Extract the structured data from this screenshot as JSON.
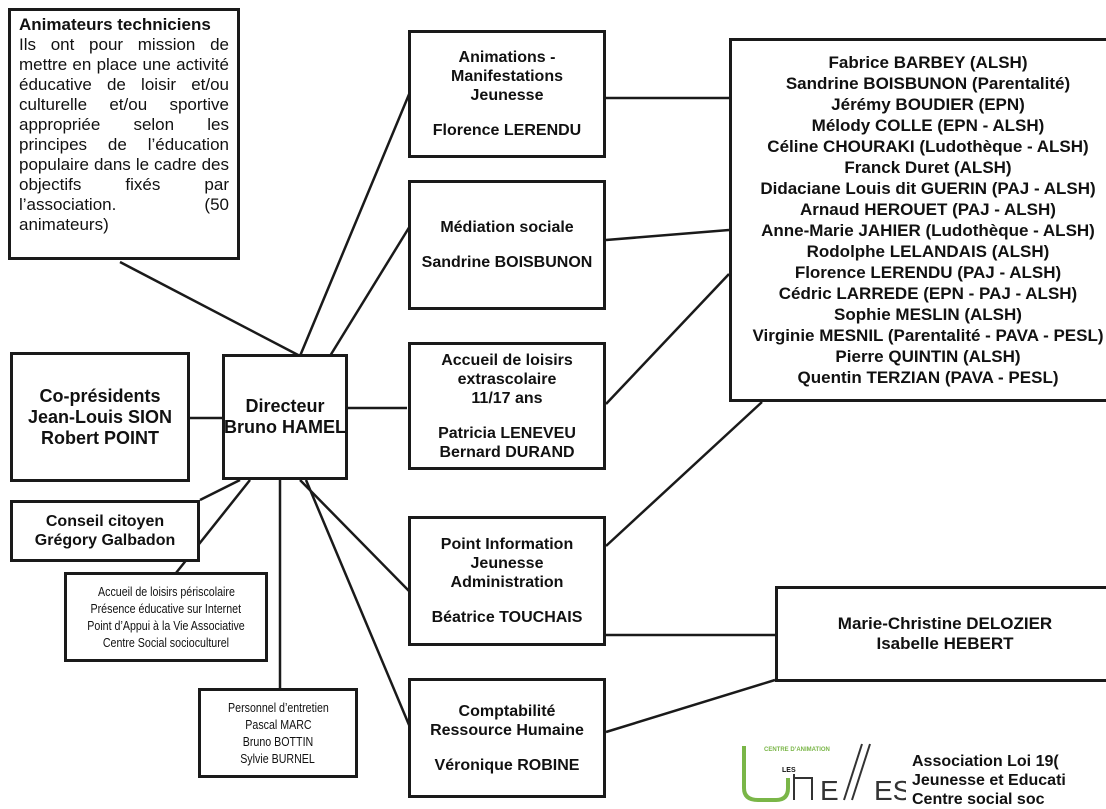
{
  "techniciens": {
    "title": "Animateurs techniciens",
    "body": "Ils ont pour mission de mettre en place une activité éducative de loisir et/ou culturelle et/ou sportive appropriée selon les principes de l’éducation populaire dans le cadre des objectifs fixés par l’association. (50 animateurs)"
  },
  "presidents": {
    "lines": [
      "Co-présidents",
      "Jean-Louis SION",
      "Robert POINT"
    ]
  },
  "directeur": {
    "lines": [
      "Directeur",
      "Bruno HAMEL"
    ]
  },
  "conseil": {
    "lines": [
      "Conseil citoyen",
      "Grégory Galbadon"
    ]
  },
  "periscolaire": {
    "lines": [
      "Accueil de loisirs périscolaire",
      "Présence éducative sur Internet",
      "Point d’Appui à la Vie Associative",
      "Centre Social socioculturel"
    ]
  },
  "entretien": {
    "lines": [
      "Personnel d’entretien",
      "Pascal MARC",
      "Bruno BOTTIN",
      "Sylvie BURNEL"
    ]
  },
  "animations": {
    "lines": [
      "Animations -",
      "Manifestations",
      "Jeunesse"
    ],
    "person": "Florence LERENDU"
  },
  "mediation": {
    "title": "Médiation sociale",
    "person": "Sandrine BOISBUNON"
  },
  "accueil": {
    "lines": [
      "Accueil de loisirs",
      "extrascolaire",
      "11/17 ans"
    ],
    "persons": [
      "Patricia LENEVEU",
      "Bernard DURAND"
    ]
  },
  "pij": {
    "lines": [
      "Point Information",
      "Jeunesse",
      "Administration"
    ],
    "person": "Béatrice TOUCHAIS"
  },
  "compta": {
    "lines": [
      "Comptabilité",
      "Ressource Humaine"
    ],
    "person": "Véronique ROBINE"
  },
  "animators": [
    "Fabrice BARBEY (ALSH)",
    "Sandrine BOISBUNON (Parentalité)",
    "Jérémy BOUDIER (EPN)",
    "Mélody COLLE (EPN - ALSH)",
    "Céline CHOURAKI (Ludothèque - ALSH)",
    "Franck Duret (ALSH)",
    "Didaciane Louis dit GUERIN (PAJ - ALSH)",
    "Arnaud HEROUET (PAJ - ALSH)",
    "Anne-Marie JAHIER (Ludothèque - ALSH)",
    "Rodolphe LELANDAIS (ALSH)",
    "Florence LERENDU (PAJ - ALSH)",
    "Cédric LARREDE (EPN - PAJ - ALSH)",
    "Sophie MESLIN (ALSH)",
    "Virginie MESNIL (Parentalité - PAVA - PESL)",
    "Pierre QUINTIN (ALSH)",
    "Quentin TERZIAN (PAVA - PESL)"
  ],
  "secretariat": {
    "lines": [
      "Marie-Christine DELOZIER",
      "Isabelle HEBERT"
    ]
  },
  "logo": {
    "top_text": "CENTRE D’ANIMATION",
    "les": "LES",
    "letters": "UNE//ES",
    "color": "#7ab648"
  },
  "footer": {
    "lines": [
      "Association Loi 19(",
      "Jeunesse et Educati",
      "Centre social soc"
    ]
  }
}
